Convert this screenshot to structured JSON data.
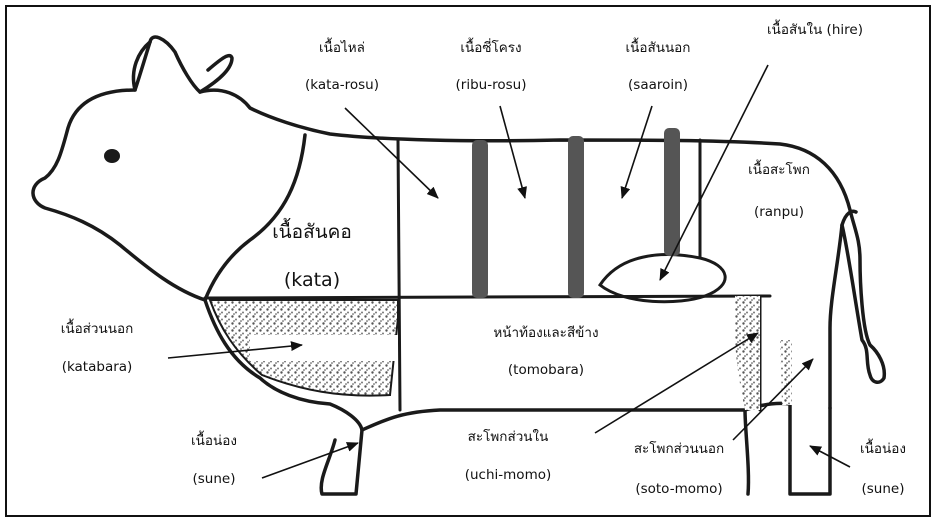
{
  "colors": {
    "outline": "#1a1a1a",
    "rib_band": "#555555",
    "stipple": "#6a6a6a",
    "background": "#ffffff"
  },
  "cuts": {
    "kata": {
      "thai": "เนื้อสันคอ",
      "jp": "(kata)"
    },
    "kata_rosu": {
      "thai": "เนื้อไหล่",
      "jp": "(kata-rosu)"
    },
    "ribu_rosu": {
      "thai": "เนื้อซี่โครง",
      "jp": "(ribu-rosu)"
    },
    "saaroin": {
      "thai": "เนื้อสันนอก",
      "jp": "(saaroin)"
    },
    "hire": {
      "text": "เนื้อสันใน (hire)"
    },
    "ranpu": {
      "thai": "เนื้อสะโพก",
      "jp": "(ranpu)"
    },
    "katabara": {
      "thai": "เนื้อส่วนนอก",
      "jp": "(katabara)"
    },
    "tomobara": {
      "thai": "หน้าท้องและสีข้าง",
      "jp": "(tomobara)"
    },
    "sune_front": {
      "thai": "เนื้อน่อง",
      "jp": "(sune)"
    },
    "uchi_momo": {
      "thai": "สะโพกส่วนใน",
      "jp": "(uchi-momo)"
    },
    "soto_momo": {
      "thai": "สะโพกส่วนนอก",
      "jp": "(soto-momo)"
    },
    "sune_rear": {
      "thai": "เนื้อน่อง",
      "jp": "(sune)"
    }
  }
}
